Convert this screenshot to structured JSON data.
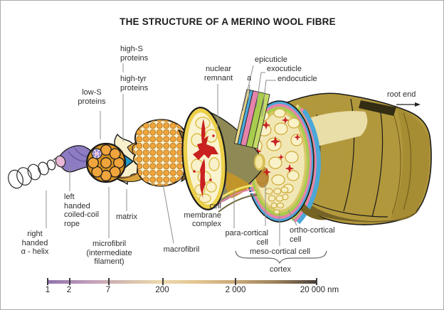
{
  "title": "THE STRUCTURE OF A MERINO WOOL FIBRE",
  "labels": {
    "low_s_proteins": "low-S\nproteins",
    "high_s_proteins": "high-S\nproteins",
    "high_tyr_proteins": "high-tyr\nproteins",
    "nuclear_remnant": "nuclear\nremnant",
    "epicuticle": "epicuticle",
    "exocuticle": "exocuticle",
    "a_layer": "a",
    "endocuticle": "endocuticle",
    "root_end": "root end",
    "right_handed_helix": "right\nhanded\nα - helix",
    "left_handed_rope": "left\nhanded\ncoiled-coil\nrope",
    "matrix": "matrix",
    "microfibril": "microfibril\n(intermediate\nfilament)",
    "macrofibril": "macrofibril",
    "cell_membrane_complex": "cell\nmembrane\ncomplex",
    "para_cortical_cell": "para-cortical\ncell",
    "ortho_cortical_cell": "ortho-cortical\ncell",
    "meso_cortical_cell": "meso-cortical cell",
    "cortex": "cortex"
  },
  "scale_bar": {
    "unit": "nm",
    "tick_labels": [
      "1",
      "2",
      "7",
      "200",
      "2 000",
      "20 000 nm"
    ]
  },
  "colors": {
    "text": "#2e2e2e",
    "leader": "#8f8f8f",
    "orange": "#f0a43c",
    "cream": "#f8efcb",
    "matrix_blue": "#1f9ac8",
    "rope_purple": "#8d7cc2",
    "cap_pink": "#e9b7d7",
    "remnant_red": "#c92020",
    "cell_yellow": "#ecd04a",
    "olive": "#8f8a55",
    "fibre_gold": "#b2983c",
    "cuticle_blue": "#4aa8d8",
    "cuticle_pink": "#e583ab",
    "cuticle_green": "#a8cc4e",
    "bar_gradient": "linear-gradient(90deg,#8f74ae 0%,#a886b2 8%,#c2a0ba 16%,#d7bfae 30%,#ecd9ac 42%,#e3c692 55%,#c9a878 70%,#9a8058 85%,#5f5244 96%,#443b33 100%)"
  }
}
